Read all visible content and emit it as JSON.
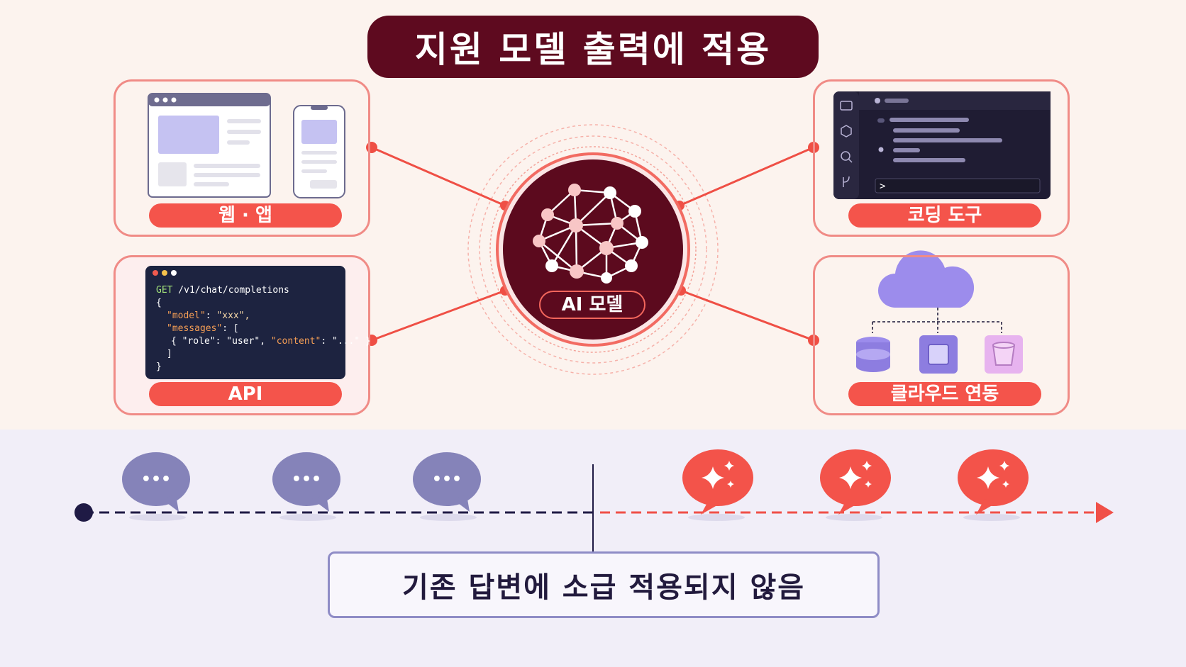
{
  "title": "지원 모델 출력에 적용",
  "center": {
    "label": "AI 모델"
  },
  "cards": {
    "web_app": {
      "label": "웹 · 앱"
    },
    "coding_tool": {
      "label": "코딩 도구",
      "terminal_prompt": ">"
    },
    "api": {
      "label": "API",
      "code": {
        "method": "GET",
        "path": " /v1/chat/completions",
        "line_open": "{",
        "model_key": "\"model\"",
        "model_sep": ": ",
        "model_val": "\"xxx\",",
        "messages_key": "\"messages\"",
        "messages_rest": ": [",
        "msg_open": "{ ",
        "role_key": "\"role\"",
        "role_sep": ": ",
        "role_val": "\"user\", ",
        "content_key": "\"content\"",
        "content_sep": ": ",
        "content_val": "\"...\" }",
        "line_bracket_close": "]",
        "line_close": "}"
      }
    },
    "cloud": {
      "label": "클라우드 연동"
    }
  },
  "timeline": {
    "notice": "기존 답변에 소급 적용되지 않음",
    "before_bubbles": [
      "•••",
      "•••",
      "•••"
    ],
    "after_bubbles": 3
  },
  "colors": {
    "title_bg": "#5e0a1f",
    "accent_red": "#f4544b",
    "card_border": "#f08b86",
    "purple_bubble": "#8583b9",
    "navy_line": "#1f1a45",
    "code_bg": "#1d2340"
  }
}
